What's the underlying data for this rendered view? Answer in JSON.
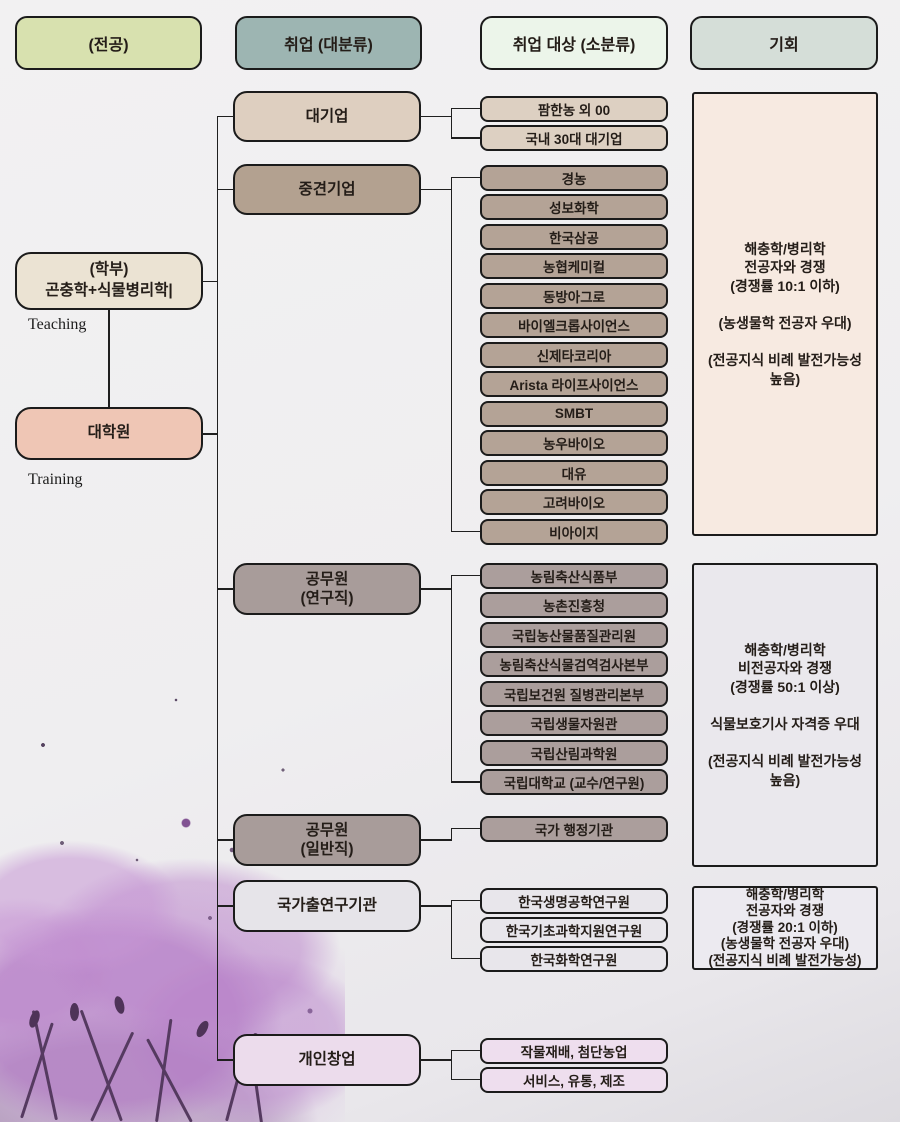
{
  "palette": {
    "header_major": "#d8e1af",
    "header_category": "#9db5b2",
    "header_target": "#ecf5ea",
    "header_opportunity": "#d5ded8",
    "large_company": "#decfc0",
    "midsize_company": "#b3a190",
    "civil_servant": "#a89c9a",
    "national_institute": "#e6e4e9",
    "startup": "#ecdcec",
    "undergrad": "#ebe3d3",
    "graduate": "#efc6b5",
    "opportunity1": "#f7eae1",
    "line": "#1f1f1f"
  },
  "headers": {
    "major": "(전공)",
    "employment_category": "취업 (대분류)",
    "employment_target": "취업 대상 (소분류)",
    "opportunity": "기회"
  },
  "major_column": {
    "undergrad": "(학부)\n곤충학+식물병리학|",
    "teaching": "Teaching",
    "graduate": "대학원",
    "training": "Training"
  },
  "categories": [
    {
      "label": "대기업",
      "sub": [
        "팜한농 외 00",
        "국내 30대 대기업"
      ]
    },
    {
      "label": "중견기업",
      "sub": [
        "경농",
        "성보화학",
        "한국삼공",
        "농협케미컬",
        "동방아그로",
        "바이엘크롭사이언스",
        "신제타코리아",
        "Arista 라이프사이언스",
        "SMBT",
        "농우바이오",
        "대유",
        "고려바이오",
        "비아이지"
      ]
    },
    {
      "label": "공무원\n(연구직)",
      "sub": [
        "농림축산식품부",
        "농촌진흥청",
        "국립농산물품질관리원",
        "농림축산식물검역검사본부",
        "국립보건원 질병관리본부",
        "국립생물자원관",
        "국립산림과학원",
        "국립대학교 (교수/연구원)"
      ]
    },
    {
      "label": "공무원\n(일반직)",
      "sub": [
        "국가 행정기관"
      ]
    },
    {
      "label": "국가출연구기관",
      "sub": [
        "한국생명공학연구원",
        "한국기초과학지원연구원",
        "한국화학연구원"
      ]
    },
    {
      "label": "개인창업",
      "sub": [
        "작물재배, 첨단농업",
        "서비스, 유통, 제조"
      ]
    }
  ],
  "opportunities": [
    "해충학/병리학\n전공자와 경쟁\n(경쟁률 10:1 이하)\n\n(농생물학 전공자 우대)\n\n(전공지식 비례 발전가능성\n높음)",
    "해충학/병리학\n비전공자와 경쟁\n(경쟁률 50:1 이상)\n\n식물보호기사 자격증 우대\n\n(전공지식 비례 발전가능성\n높음)",
    "해충학/병리학\n전공자와 경쟁\n(경쟁률 20:1 이하)\n(농생물학 전공자 우대)\n(전공지식 비례 발전가능성)"
  ]
}
